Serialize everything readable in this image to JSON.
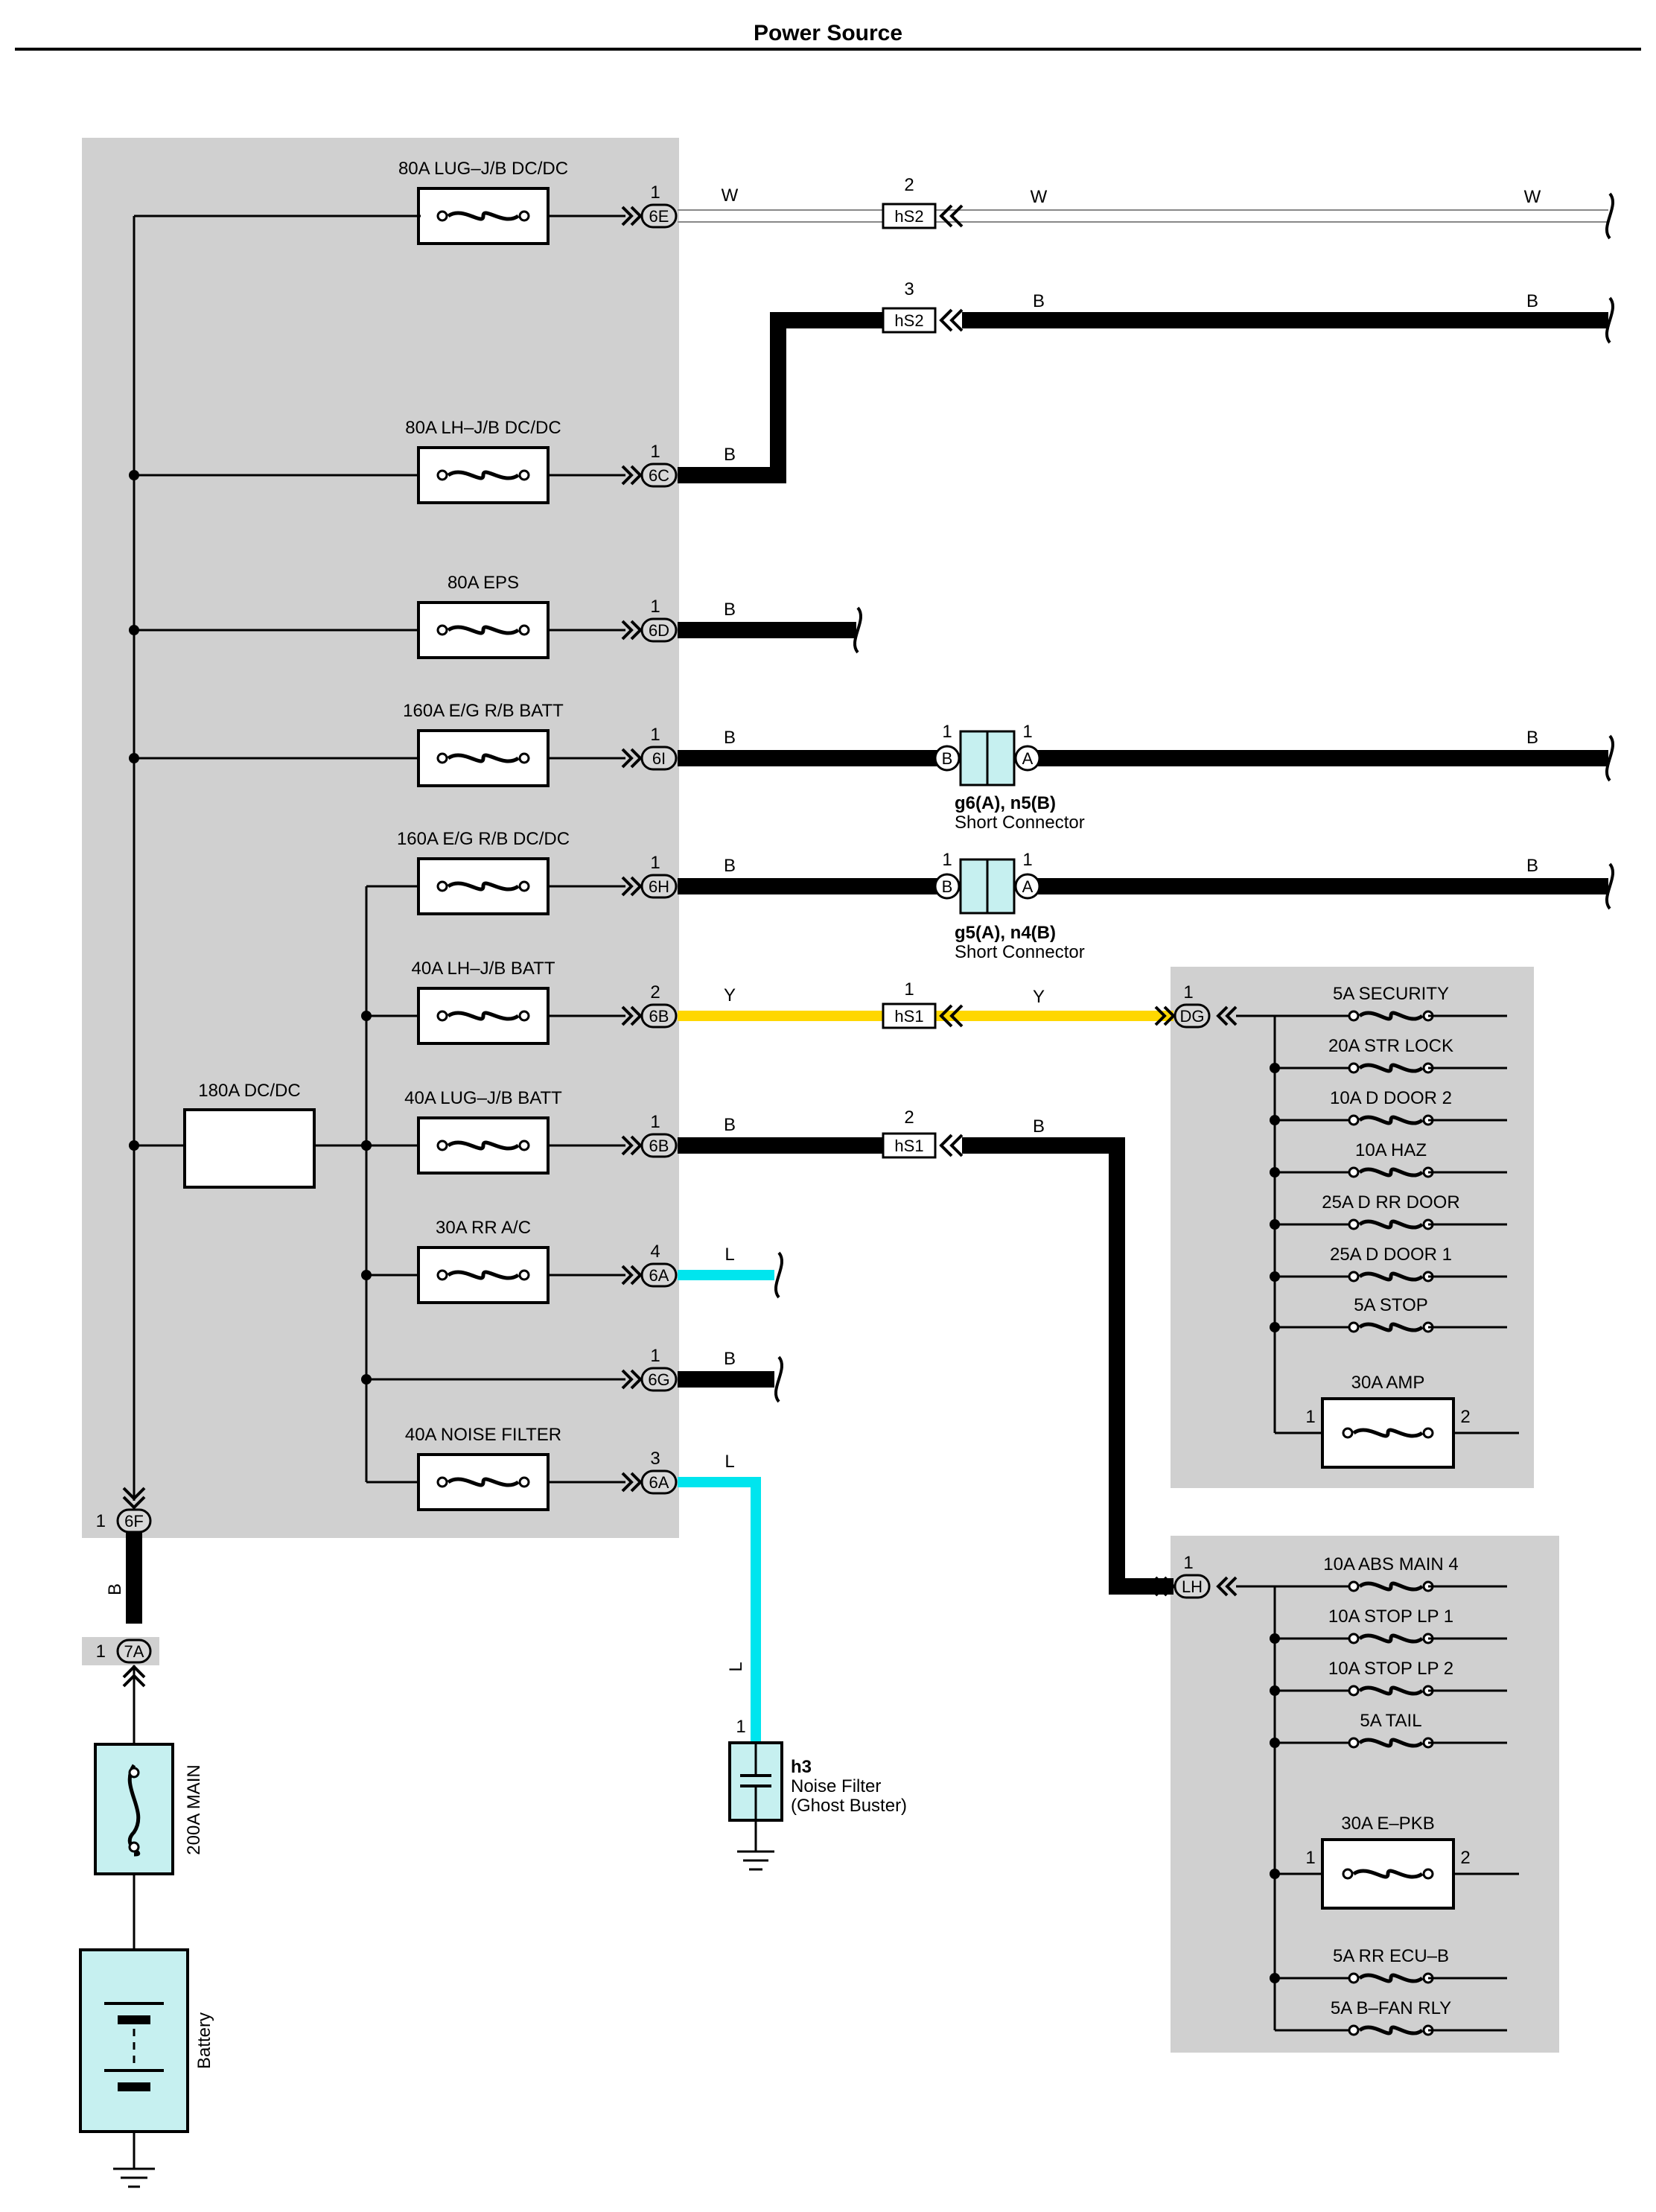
{
  "title": "Power Source",
  "fusible_links": [
    {
      "id": "f_lug_dcdc",
      "label": "80A LUG–J/B DC/DC",
      "pin": "1",
      "conn": "6E",
      "wire": "W"
    },
    {
      "id": "f_lh_dcdc",
      "label": "80A LH–J/B DC/DC",
      "pin": "1",
      "conn": "6C",
      "wire": "B"
    },
    {
      "id": "f_eps",
      "label": "80A EPS",
      "pin": "1",
      "conn": "6D",
      "wire": "B"
    },
    {
      "id": "f_eg_batt",
      "label": "160A E/G R/B BATT",
      "pin": "1",
      "conn": "6I",
      "wire": "B"
    },
    {
      "id": "f_eg_dcdc",
      "label": "160A E/G R/B DC/DC",
      "pin": "1",
      "conn": "6H",
      "wire": "B"
    },
    {
      "id": "f_lh_batt",
      "label": "40A LH–J/B BATT",
      "pin": "2",
      "conn": "6B",
      "wire": "Y"
    },
    {
      "id": "f_lug_batt",
      "label": "40A LUG–J/B BATT",
      "pin": "1",
      "conn": "6B",
      "wire": "B"
    },
    {
      "id": "f_rr_ac",
      "label": "30A RR A/C",
      "pin": "4",
      "conn": "6A",
      "wire": "L"
    },
    {
      "id": "f_6g",
      "label": "",
      "pin": "1",
      "conn": "6G",
      "wire": "B"
    },
    {
      "id": "f_noise",
      "label": "40A NOISE FILTER",
      "pin": "3",
      "conn": "6A",
      "wire": "L"
    }
  ],
  "dcdc_fuse": "180A DC/DC",
  "main_fuse": "200A MAIN",
  "battery": "Battery",
  "conn_6f": {
    "pin": "1",
    "name": "6F"
  },
  "conn_7a": {
    "pin": "1",
    "name": "7A"
  },
  "main_wire": "B",
  "hs2_top": {
    "pin": "2",
    "name": "hS2",
    "wire_right": "W",
    "wire_far": "W"
  },
  "hs2_bottom": {
    "pin": "3",
    "name": "hS2",
    "wire_right": "B",
    "wire_far": "B"
  },
  "hs1_yellow": {
    "pin": "1",
    "name": "hS1",
    "wire_right": "Y"
  },
  "hs1_black": {
    "pin": "2",
    "name": "hS1",
    "wire_right": "B"
  },
  "short_connectors": [
    {
      "name": "g6(A), n5(B)",
      "desc": "Short Connector",
      "pin_b": "1",
      "pin_a": "1",
      "letter_b": "B",
      "letter_a": "A",
      "wire_far": "B"
    },
    {
      "name": "g5(A), n4(B)",
      "desc": "Short Connector",
      "pin_b": "1",
      "pin_a": "1",
      "letter_b": "B",
      "letter_a": "A",
      "wire_far": "B"
    }
  ],
  "noise_filter": {
    "pin": "1",
    "code": "h3",
    "line1": "Noise Filter",
    "line2": "(Ghost Buster)",
    "wire": "L"
  },
  "box_dg": {
    "pin": "1",
    "conn": "DG",
    "fuses": [
      "5A SECURITY",
      "20A STR LOCK",
      "10A D DOOR 2",
      "10A HAZ",
      "25A D RR DOOR",
      "25A D DOOR 1",
      "5A STOP"
    ],
    "relay": {
      "label": "30A AMP",
      "pin1": "1",
      "pin2": "2"
    }
  },
  "box_lh": {
    "pin": "1",
    "conn": "LH",
    "fuses_top": [
      "10A ABS MAIN 4",
      "10A STOP LP 1",
      "10A STOP LP 2",
      "5A TAIL"
    ],
    "relay": {
      "label": "30A E–PKB",
      "pin1": "1",
      "pin2": "2"
    },
    "fuses_bottom": [
      "5A RR ECU–B",
      "5A B–FAN RLY"
    ]
  },
  "colors": {
    "yellow_wire": "#ffd700",
    "blue_wire": "#00e5ee",
    "panel_gray": "#d0d0d0",
    "connector_fill": "#c6f0f0"
  }
}
